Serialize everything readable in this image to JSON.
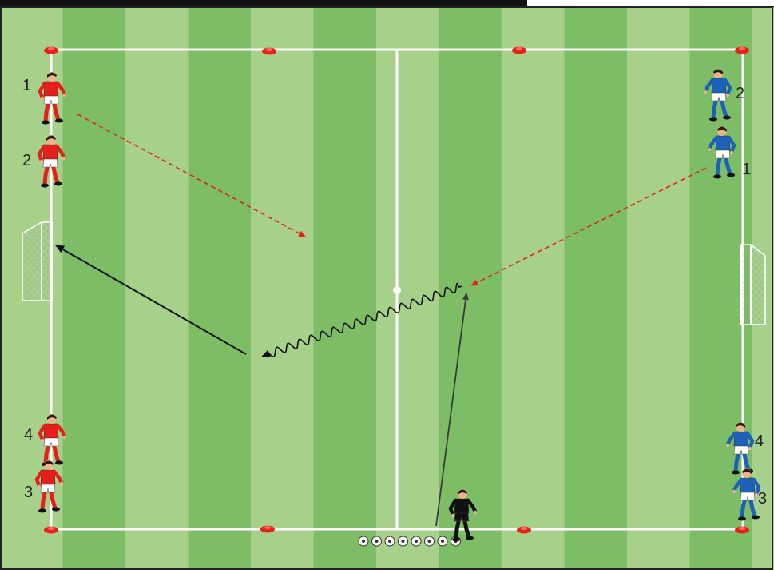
{
  "colors": {
    "stripe_light": "#a7d08a",
    "stripe_dark": "#7cbd66",
    "lines": "#ffffff",
    "cone": "#e8201a",
    "team_red": "#e3201b",
    "team_blue": "#1d62b8",
    "coach": "#111111",
    "pass_arrow": "#e8201a",
    "shot_arrow": "#111111",
    "coach_pass_arrow": "#3a3a3a"
  },
  "labels": {
    "red_1": "1",
    "red_2": "2",
    "red_3": "3",
    "red_4": "4",
    "blue_1": "1",
    "blue_2": "2",
    "blue_3": "3",
    "blue_4": "4"
  },
  "icons": {
    "player": "player-icon",
    "goal": "goal-icon",
    "cone": "cone-icon",
    "ball": "ball-icon"
  },
  "ball_count": 8
}
